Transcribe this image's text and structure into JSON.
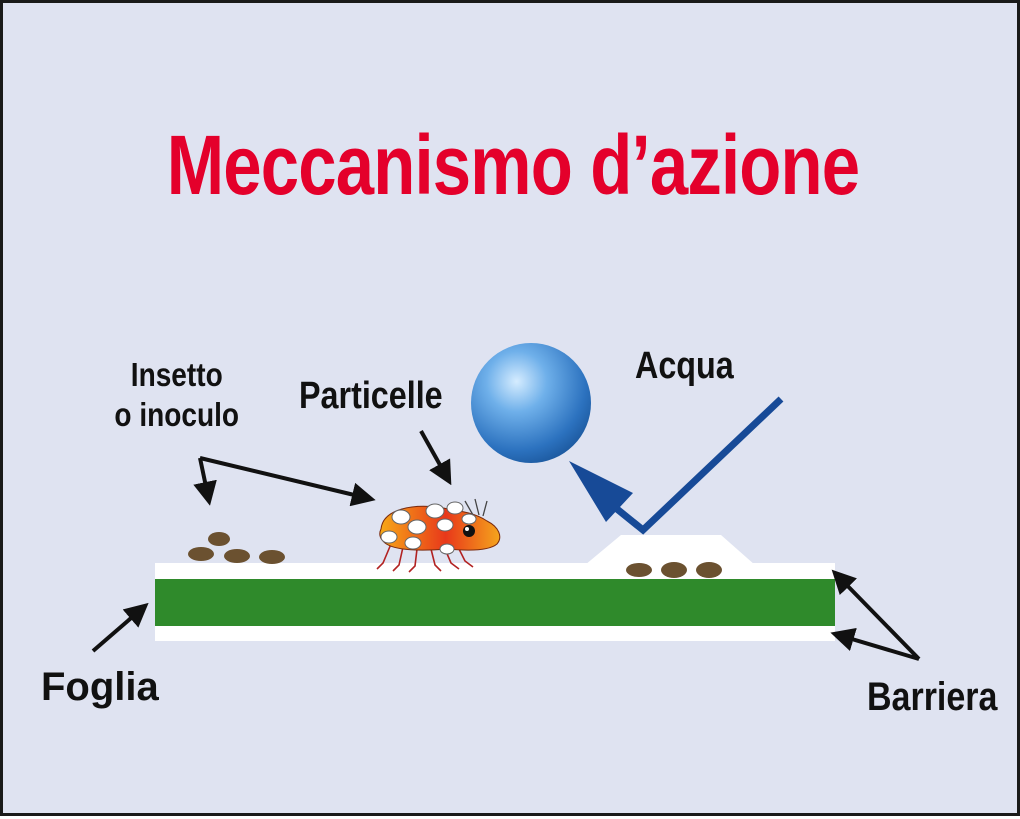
{
  "title": "Meccanismo d’azione",
  "labels": {
    "insect_line1": "Insetto",
    "insect_line2": "o inoculo",
    "particles": "Particelle",
    "water": "Acqua",
    "leaf": "Foglia",
    "barrier": "Barriera"
  },
  "colors": {
    "background": "#dfe3f1",
    "title": "#e4002b",
    "leaf": "#2f8a2b",
    "barrier": "#ffffff",
    "water_drop": "#2f78c4",
    "water_arrow": "#174a97",
    "inoculum": "#6b5130",
    "insect": "#f08a12",
    "pointer_arrow": "#111111"
  },
  "icons": [
    "water-drop-icon",
    "insect-icon",
    "inoculum-spore-icon",
    "arrow-icon"
  ]
}
